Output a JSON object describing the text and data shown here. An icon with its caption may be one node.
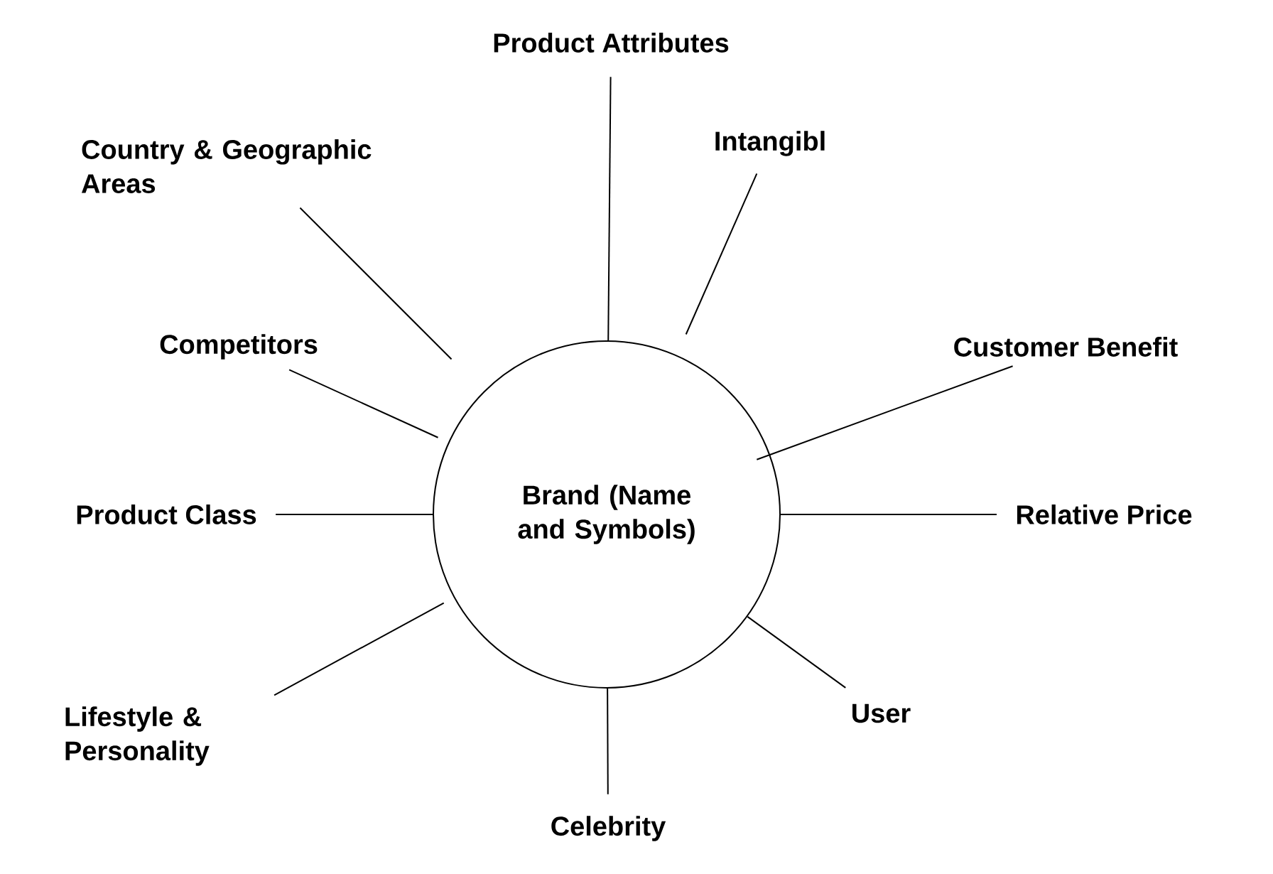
{
  "diagram": {
    "nodes": [
      {
        "text": [
          "Brand (Name and Symbols)"
        ]
      },
      {
        "text": [
          "Product Attributes"
        ]
      },
      {
        "text": [
          "Country & Geographic Areas"
        ]
      },
      {
        "text": [
          "Intangibl"
        ]
      },
      {
        "text": [
          "Competitors"
        ]
      },
      {
        "text": [
          "Customer Benefit"
        ]
      },
      {
        "text": [
          "Product Class"
        ]
      },
      {
        "text": [
          "Relative Price"
        ]
      },
      {
        "text": [
          "Lifestyle & Personality"
        ]
      },
      {
        "text": [
          "User"
        ]
      },
      {
        "text": [
          "Celebrity"
        ]
      }
    ],
    "edges": [
      {
        "from": 1,
        "to": 0,
        "arrow": "none"
      },
      {
        "from": 2,
        "to": 0,
        "arrow": "none"
      },
      {
        "from": 3,
        "to": 0,
        "arrow": "none"
      },
      {
        "from": 4,
        "to": 0,
        "arrow": "none"
      },
      {
        "from": 5,
        "to": 0,
        "arrow": "none"
      },
      {
        "from": 6,
        "to": 0,
        "arrow": "none"
      },
      {
        "from": 7,
        "to": 0,
        "arrow": "none"
      },
      {
        "from": 8,
        "to": 0,
        "arrow": "none"
      },
      {
        "from": 9,
        "to": 0,
        "arrow": "none"
      },
      {
        "from": 10,
        "to": 0,
        "arrow": "none"
      }
    ]
  }
}
